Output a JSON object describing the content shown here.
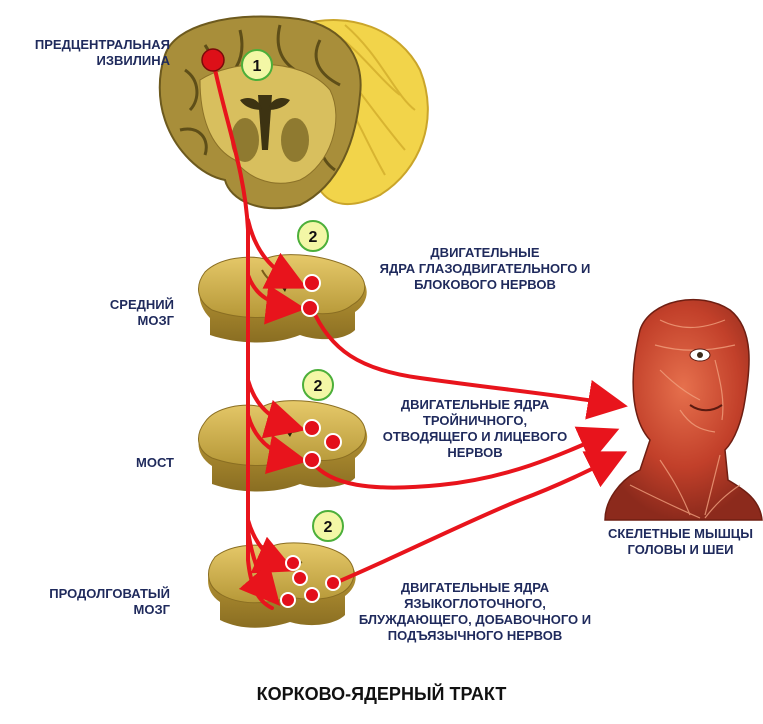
{
  "title": "КОРКОВО-ЯДЕРНЫЙ ТРАКТ",
  "labels": {
    "gyrus": "ПРЕДЦЕНТРАЛЬНАЯ\nИЗВИЛИНА",
    "midbrain": "СРЕДНИЙ\nМОЗГ",
    "pons": "МОСТ",
    "medulla": "ПРОДОЛГОВАТЫЙ\nМОЗГ",
    "nuclei_midbrain": "ДВИГАТЕЛЬНЫЕ\nЯДРА ГЛАЗОДВИГАТЕЛЬНОГО И\nБЛОКОВОГО НЕРВОВ",
    "nuclei_pons": "ДВИГАТЕЛЬНЫЕ ЯДРА\nТРОЙНИЧНОГО,\nОТВОДЯЩЕГО И ЛИЦЕВОГО\nНЕРВОВ",
    "nuclei_medulla": "ДВИГАТЕЛЬНЫЕ ЯДРА\nЯЗЫКОГЛОТОЧНОГО,\nБЛУЖДАЮЩЕГО, ДОБАВОЧНОГО И\nПОДЪЯЗЫЧНОГО НЕРВОВ",
    "muscles": "СКЕЛЕТНЫЕ МЫШЦЫ\nГОЛОВЫ И ШЕИ"
  },
  "badges": {
    "neuron1": "1",
    "neuron2_midbrain": "2",
    "neuron2_pons": "2",
    "neuron2_medulla": "2"
  },
  "colors": {
    "tract": "#e8141c",
    "nucleus": "#e30f1b",
    "badge_fill": "#f3f7a6",
    "badge_stroke": "#4caf3a",
    "tissue": "#b9a04a",
    "tissue_light": "#e9cf6e",
    "cortex_gray": "#8a7a3c",
    "label_text": "#1f2a5c"
  }
}
